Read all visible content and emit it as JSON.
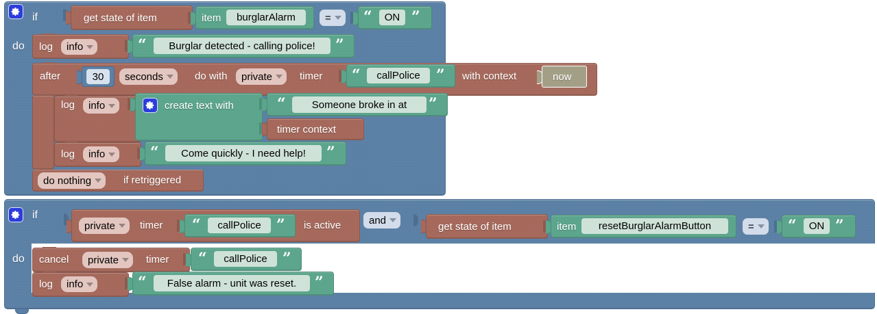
{
  "editor": {
    "name": "blockly-workspace",
    "background": "#ffffff"
  },
  "colors": {
    "control_blue": "#5b80a5",
    "action_red": "#a5685b",
    "value_green": "#5ba58c",
    "context_olive": "#a39f86",
    "gear_blue": "#2b3ddb"
  },
  "rules": [
    {
      "id": "rule-burglar-alarm",
      "keyword_if": "if",
      "keyword_do": "do",
      "gear_icon": "gear-icon",
      "condition": {
        "get_state_label": "get state of item",
        "item_label": "item",
        "item_value": "burglarAlarm",
        "operator": "=",
        "compare_value": "ON"
      },
      "statements": [
        {
          "type": "log",
          "log_label": "log",
          "level": "info",
          "message": "Burglar detected - calling police!"
        },
        {
          "type": "after-timer",
          "after_label": "after",
          "amount": "30",
          "unit": "seconds",
          "do_with_label": "do with",
          "scope": "private",
          "timer_label": "timer",
          "timer_name": "callPolice",
          "with_context_label": "with context",
          "context_value": "now",
          "body": [
            {
              "type": "log-create-text",
              "log_label": "log",
              "level": "info",
              "create_text_label": "create text with",
              "gear_icon": "gear-icon",
              "text_parts": [
                {
                  "kind": "string",
                  "value": "Someone broke in at"
                },
                {
                  "kind": "block",
                  "value": "timer context"
                }
              ]
            },
            {
              "type": "log",
              "log_label": "log",
              "level": "info",
              "message": "Come quickly - I need help!"
            }
          ],
          "retrigger_action": "do nothing",
          "retrigger_label": "if retriggered"
        }
      ]
    },
    {
      "id": "rule-reset-alarm",
      "keyword_if": "if",
      "keyword_do": "do",
      "gear_icon": "gear-icon",
      "condition_left": {
        "scope": "private",
        "timer_label": "timer",
        "timer_name": "callPolice",
        "is_active_label": "is active"
      },
      "logic_operator": "and",
      "condition_right": {
        "get_state_label": "get state of item",
        "item_label": "item",
        "item_value": "resetBurglarAlarmButton",
        "operator": "=",
        "compare_value": "ON"
      },
      "statements": [
        {
          "type": "cancel-timer",
          "cancel_label": "cancel",
          "scope": "private",
          "timer_label": "timer",
          "timer_name": "callPolice"
        },
        {
          "type": "log",
          "log_label": "log",
          "level": "info",
          "message": "False alarm - unit was reset."
        }
      ]
    }
  ],
  "glyphs": {
    "open_quote": "“",
    "close_quote": "”"
  }
}
